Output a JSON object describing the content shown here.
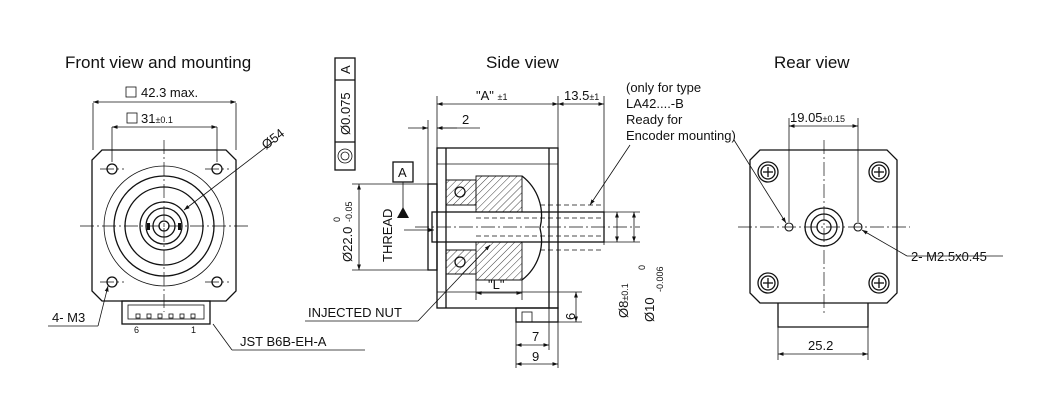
{
  "views": {
    "front": {
      "title": "Front view and mounting",
      "dim_square_max": "42.3 max.",
      "dim_square_small": "31",
      "dim_square_small_tol": "±0.1",
      "dim_circle": "Ø54",
      "holes_label": "4- M3",
      "connector_label": "JST B6B-EH-A",
      "pin_first": "6",
      "pin_last": "1"
    },
    "side": {
      "title": "Side view",
      "dim_length": "\"A\"",
      "dim_length_tol": "±1",
      "dim_shaft": "13.5",
      "dim_shaft_tol": "±1",
      "dim_flange": "2",
      "encoder_note": [
        "(only for type",
        "LA42....-B",
        "Ready for",
        "Encoder mounting)"
      ],
      "tolerance_value": "Ø0.075",
      "datum_letter": "A",
      "datum_box": "A",
      "thread_label": "THREAD",
      "dim_pilot": "Ø22.0",
      "dim_pilot_tol_upper": "0",
      "dim_pilot_tol_lower": "-0.05",
      "dim_nut": "\"L\"",
      "dim_shaft_dia": "Ø8",
      "dim_shaft_dia_tol": "±0.1",
      "dim_boss_dia": "Ø10",
      "dim_boss_tol_upper": "0",
      "dim_boss_tol_lower": "-0.006",
      "injected_nut_label": "INJECTED NUT",
      "dim_6": "6",
      "dim_7": "7",
      "dim_9": "9"
    },
    "rear": {
      "title": "Rear view",
      "dim_spacing": "19.05",
      "dim_spacing_tol": "±0.15",
      "holes_label": "2- M2.5x0.45",
      "dim_width": "25.2"
    }
  }
}
